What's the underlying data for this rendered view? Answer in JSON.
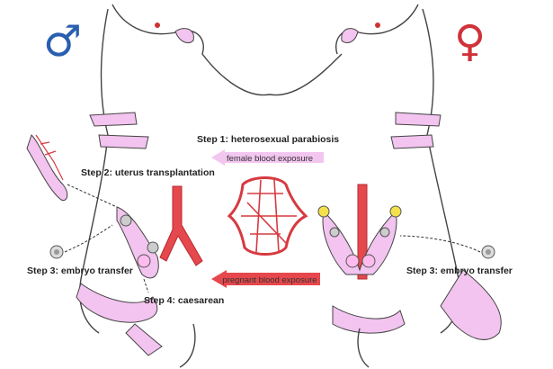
{
  "symbols": {
    "male": "♂",
    "female": "♀"
  },
  "labels": {
    "step1": "Step 1: heterosexual parabiosis",
    "step2": "Step 2: uterus transplantation",
    "step3_left": "Step 3: embryo transfer",
    "step3_right": "Step 3: embryo transfer",
    "step4": "Step 4: caesarean"
  },
  "arrows": {
    "female_blood": "female blood exposure",
    "pregnant_blood": "pregnant blood exposure"
  },
  "colors": {
    "male": "#2a5fb0",
    "female": "#d0323a",
    "female_arrow": "#f3c6f0",
    "pregnant_arrow": "#e6474c"
  }
}
